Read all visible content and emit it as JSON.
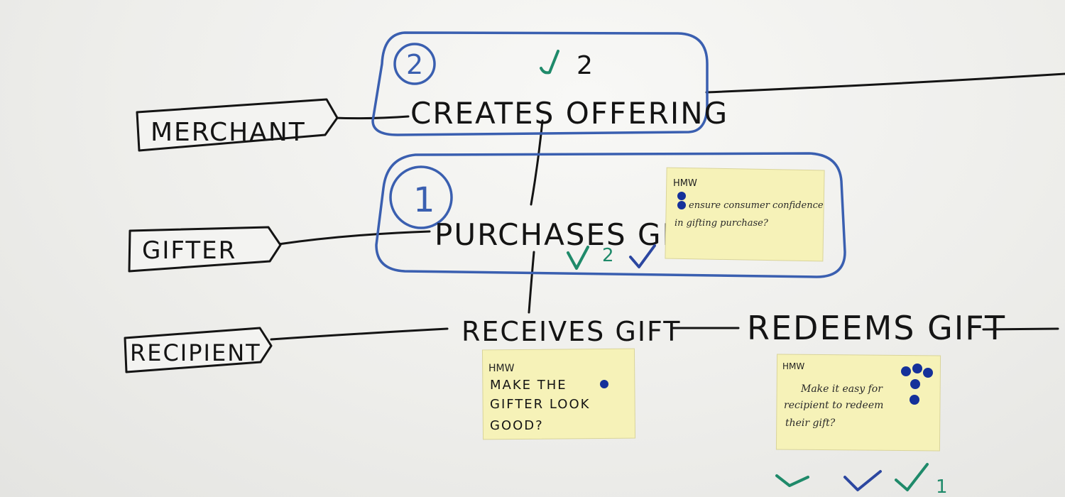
{
  "actors": {
    "merchant": "MERCHANT",
    "gifter": "GIFTER",
    "recipient": "RECIPIENT"
  },
  "steps": {
    "creates_offering": "CREATES OFFERING",
    "purchases_gift": "PURCHASES GIFT",
    "receives_gift": "RECEIVES GIFT",
    "redeems_gift": "REDEEMS GIFT"
  },
  "priorities": {
    "creates_offering": "2",
    "purchases_gift": "1"
  },
  "votes": {
    "creates_offering_count": "2",
    "purchases_gift_count": "2",
    "redeems_gift_count": "1"
  },
  "notes": [
    {
      "header": "HMW",
      "lines": [
        "ensure consumer confidence",
        "in gifting purchase?"
      ],
      "dots": 2
    },
    {
      "header": "HMW",
      "lines": [
        "MAKE THE",
        "GIFTER LOOK",
        "GOOD?"
      ],
      "dots": 1
    },
    {
      "header": "HMW",
      "lines": [
        "Make it easy for",
        "recipient to redeem",
        "their gift?"
      ],
      "dots": 5
    }
  ],
  "colors": {
    "ink": "#141414",
    "blue_marker": "#3a5fb0",
    "green_marker": "#1f8a6a",
    "sticky": "#f6f2b8",
    "dot": "#15319a"
  }
}
